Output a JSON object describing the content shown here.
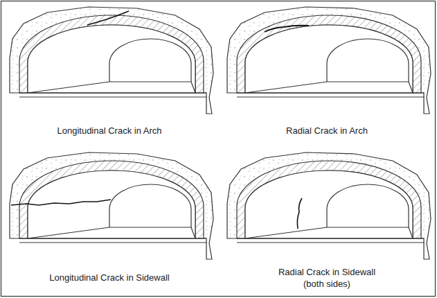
{
  "diagram": {
    "labels": [
      "Longitudinal Crack in Arch",
      "Radial Crack in Arch",
      "Longitudinal Crack in Sidewall",
      "Radial Crack in Sidewall (both sides)"
    ]
  }
}
